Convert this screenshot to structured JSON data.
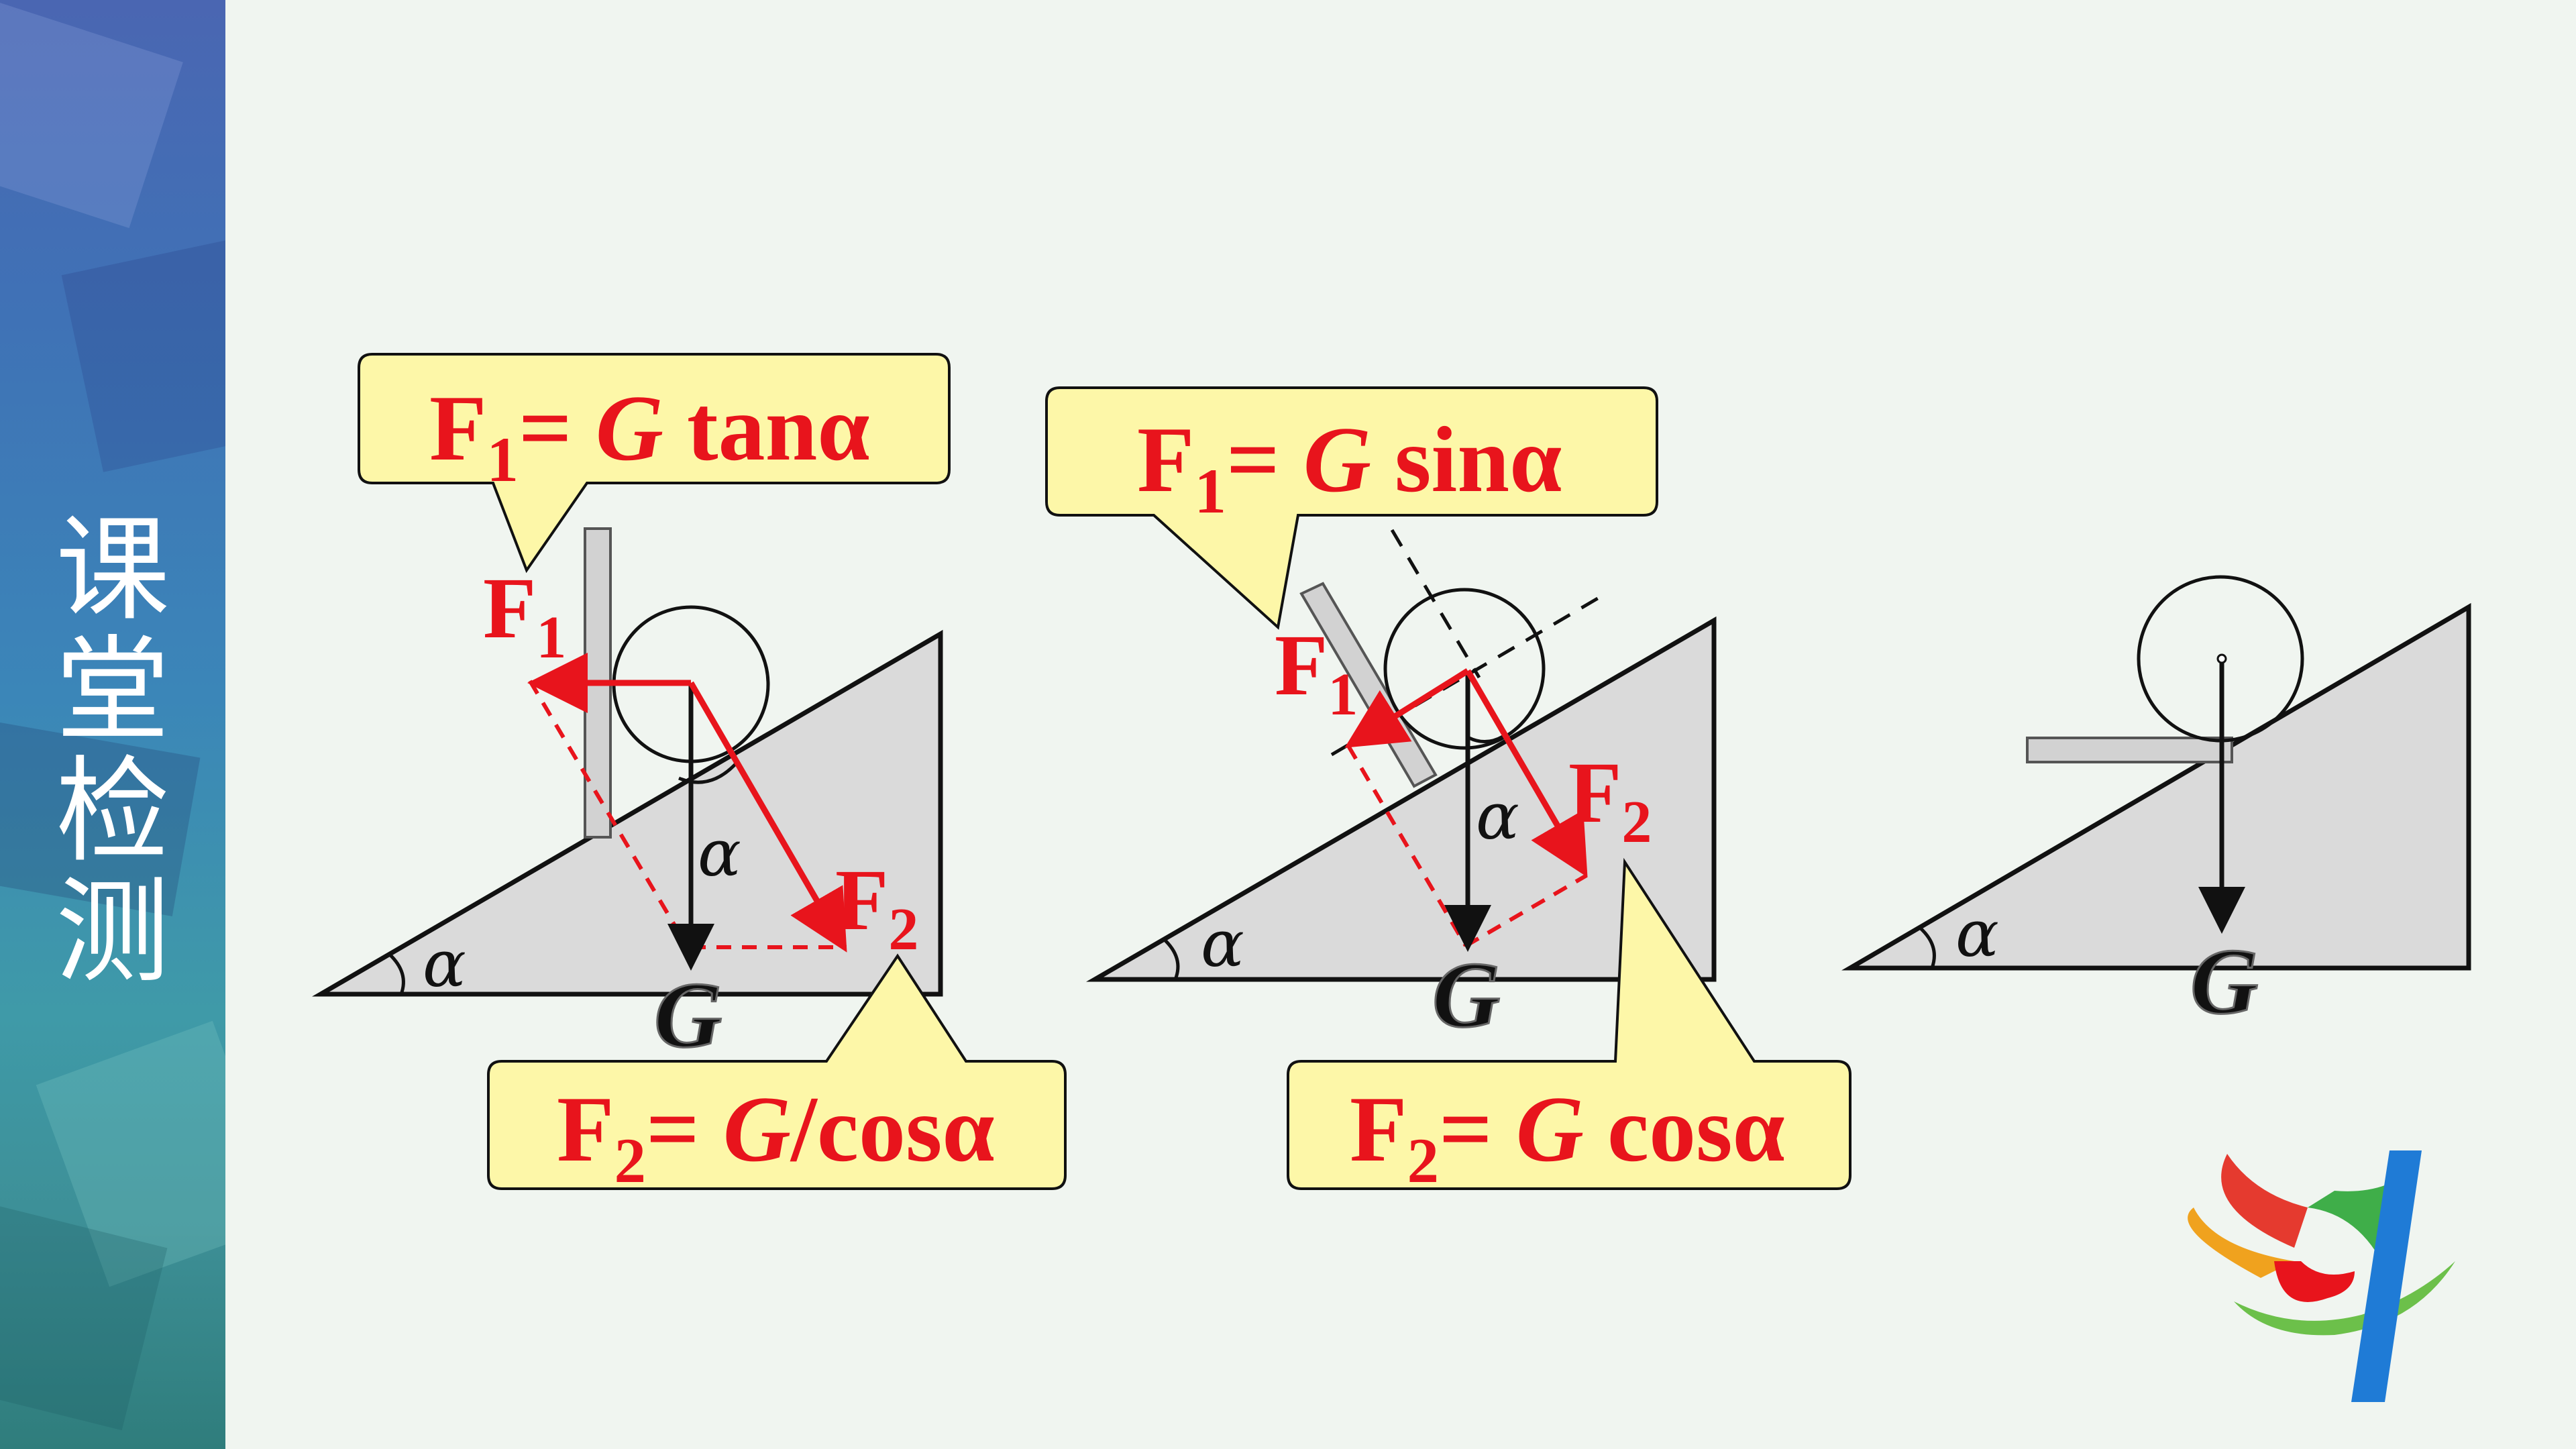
{
  "sidebar": {
    "title_chars": [
      "课",
      "堂",
      "检",
      "测"
    ]
  },
  "colors": {
    "force_red": "#e8141c",
    "callout_fill": "#fdf7a8",
    "wedge_fill": "#dadada",
    "background": "#f0f5f0",
    "sidebar_blue": "#3f72b6",
    "sidebar_teal": "#3d8f96"
  },
  "icons": [
    "speech-callout-shape",
    "circle-ball",
    "logo-emblem"
  ],
  "diagram1": {
    "formula_f1": {
      "lhs": "F",
      "sub": "1",
      "eq": "= ",
      "g": "G",
      "fn": " tanα"
    },
    "formula_f2": {
      "lhs": "F",
      "sub": "2",
      "eq": "= ",
      "g": "G",
      "fn": "/cosα"
    },
    "label_f1": "F",
    "label_f1_sub": "1",
    "label_f2": "F",
    "label_f2_sub": "2",
    "label_g": "G",
    "angle_in_force": "α",
    "angle_in_wedge": "α"
  },
  "diagram2": {
    "formula_f1": {
      "lhs": "F",
      "sub": "1",
      "eq": "= ",
      "g": "G",
      "fn": " sinα"
    },
    "formula_f2": {
      "lhs": "F",
      "sub": "2",
      "eq": "= ",
      "g": "G",
      "fn": " cosα"
    },
    "label_f1": "F",
    "label_f1_sub": "1",
    "label_f2": "F",
    "label_f2_sub": "2",
    "label_g": "G",
    "angle_in_force": "α",
    "angle_in_wedge": "α"
  },
  "diagram3": {
    "label_g": "G",
    "angle_in_wedge": "α"
  }
}
